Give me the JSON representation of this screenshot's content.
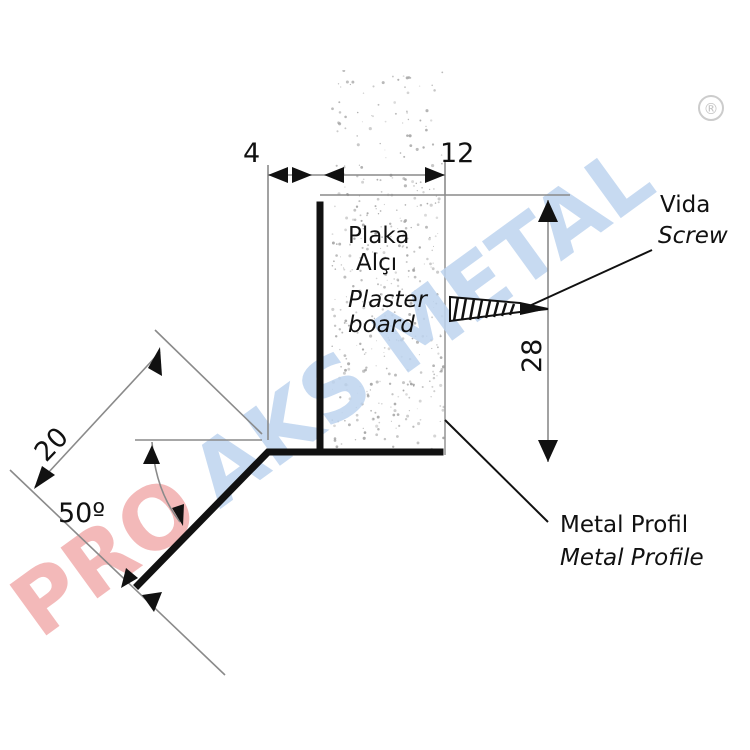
{
  "dimensions": {
    "flange_gap": "4",
    "board_thickness": "12",
    "height": "28",
    "wing_length": "20",
    "angle": "50º"
  },
  "labels": {
    "board_tr_line1": "Plaka",
    "board_tr_line2": "Alçı",
    "board_en_line1": "Plaster",
    "board_en_line2": "board",
    "screw_tr": "Vida",
    "screw_en": "Screw",
    "profile_tr": "Metal Profil",
    "profile_en": "Metal Profile"
  },
  "watermark": {
    "part1": "PRO",
    "part2": "AKS METAL",
    "registered": "®"
  },
  "colors": {
    "line": "#111111",
    "dimension_line": "#8a8a8a",
    "board_speckle": "#9a9a9a",
    "watermark_red": "#f3b9b9",
    "watermark_blue": "#bdd4ee",
    "watermark_gray": "#d4d4d4"
  }
}
